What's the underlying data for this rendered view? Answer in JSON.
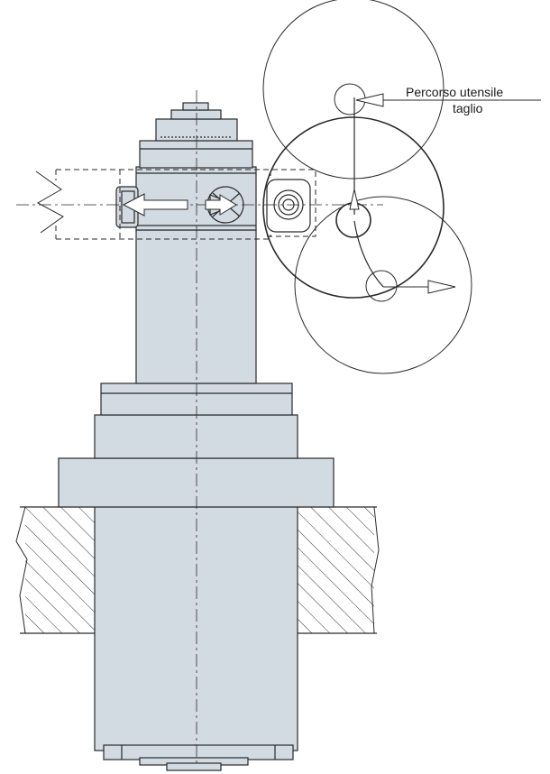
{
  "annotation": {
    "line1": "Percorso utensile",
    "line2": "taglio"
  },
  "colors": {
    "body_fill": "#d3dbe2",
    "outline": "#2a2a2a",
    "hatch": "#333333",
    "background": "#ffffff"
  },
  "icons": [
    "arrow-icon",
    "hatch-pattern"
  ]
}
